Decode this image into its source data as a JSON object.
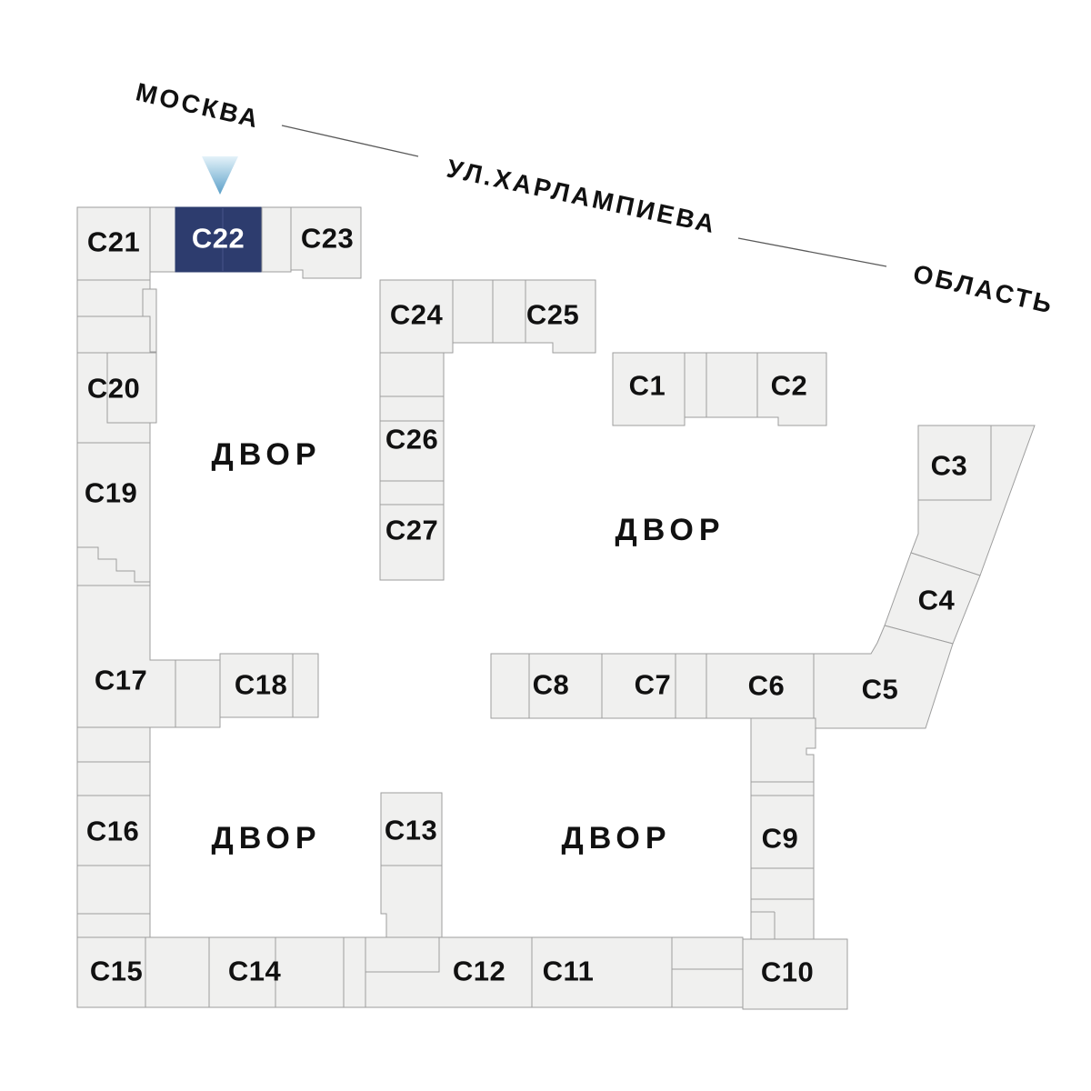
{
  "map": {
    "street": "УЛ.ХАРЛАМПИЕВА",
    "directions": {
      "left": "МОСКВА",
      "right": "ОБЛАСТЬ"
    },
    "courtyard": "ДВОР",
    "selected_building": "С22",
    "colors": {
      "background": "#ffffff",
      "building_fill": "#f0f0ef",
      "building_stroke": "#9e9e9e",
      "selected_fill": "#2d3c6e",
      "selected_divider": "#46558a",
      "selected_label_color": "#ffffff",
      "label_color": "#111111",
      "street_line": "#5a5a5a",
      "marker_top": "#e4f2f9",
      "marker_bottom": "#5ba0c9"
    },
    "buildings": [
      {
        "id": "c1",
        "label": "С1"
      },
      {
        "id": "c2",
        "label": "С2"
      },
      {
        "id": "c3",
        "label": "С3"
      },
      {
        "id": "c4",
        "label": "С4"
      },
      {
        "id": "c5",
        "label": "С5"
      },
      {
        "id": "c6",
        "label": "С6"
      },
      {
        "id": "c7",
        "label": "С7"
      },
      {
        "id": "c8",
        "label": "С8"
      },
      {
        "id": "c9",
        "label": "С9"
      },
      {
        "id": "c10",
        "label": "С10"
      },
      {
        "id": "c11",
        "label": "С11"
      },
      {
        "id": "c12",
        "label": "С12"
      },
      {
        "id": "c13",
        "label": "С13"
      },
      {
        "id": "c14",
        "label": "С14"
      },
      {
        "id": "c15",
        "label": "С15"
      },
      {
        "id": "c16",
        "label": "С16"
      },
      {
        "id": "c17",
        "label": "С17"
      },
      {
        "id": "c18",
        "label": "С18"
      },
      {
        "id": "c19",
        "label": "С19"
      },
      {
        "id": "c20",
        "label": "С20"
      },
      {
        "id": "c21",
        "label": "С21"
      },
      {
        "id": "c22",
        "label": "С22"
      },
      {
        "id": "c23",
        "label": "С23"
      },
      {
        "id": "c24",
        "label": "С24"
      },
      {
        "id": "c25",
        "label": "С25"
      },
      {
        "id": "c26",
        "label": "С26"
      },
      {
        "id": "c27",
        "label": "С27"
      }
    ]
  }
}
